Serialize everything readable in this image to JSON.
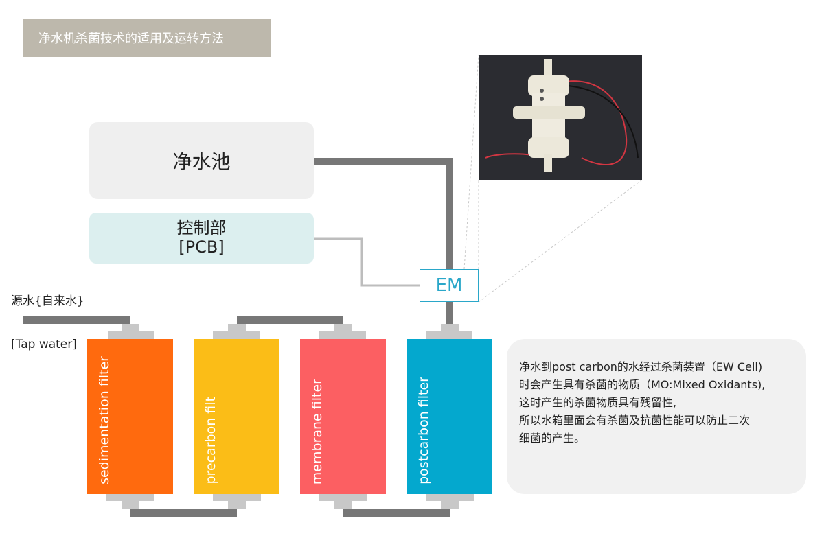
{
  "title": "净水机杀菌技术的适用及运转方法",
  "water_tank": "净水池",
  "control_unit": {
    "line1": "控制部",
    "line2": "[PCB]"
  },
  "em_label": "EM",
  "source_water": "源水{自来水}",
  "tap_water": "[Tap water]",
  "filters": [
    {
      "label": "sedimentation filter",
      "color": "#ff6a0e"
    },
    {
      "label": "precarbon filt",
      "color": "#fbbd17"
    },
    {
      "label": "membrane filter",
      "color": "#fc5f62"
    },
    {
      "label": "postcarbon filter",
      "color": "#04a8ce"
    }
  ],
  "description": [
    "净水到post carbon的水经过杀菌装置（EW Cell)",
    "时会产生具有杀菌的物质（MO:Mixed Oxidants),",
    "这时产生的杀菌物质具有残留性,",
    "所以水箱里面会有杀菌及抗菌性能可以防止二次",
    "细菌的产生。"
  ],
  "colors": {
    "title_bg": "#bdb8ac",
    "pipe": "#777777",
    "pcb_wire": "#bdbdbd",
    "em_border": "#2aa7c9"
  }
}
